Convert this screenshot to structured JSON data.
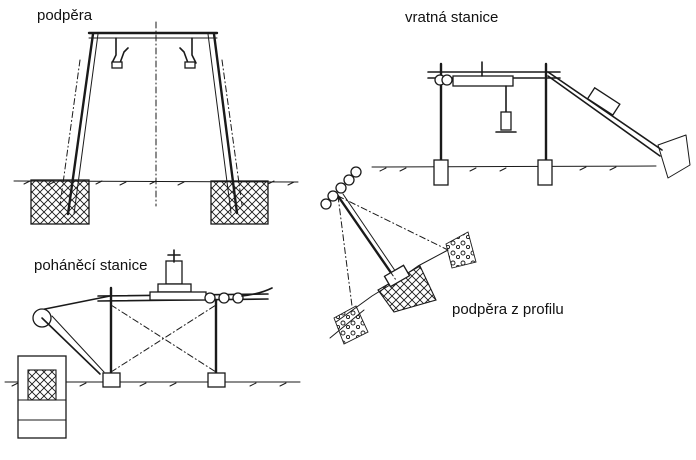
{
  "labels": {
    "support": "podpěra",
    "return_station": "vratná stanice",
    "drive_station": "poháněcí stanice",
    "profile_support": "podpěra z profilu"
  },
  "colors": {
    "ink": "#1a1a1a",
    "background": "#ffffff"
  }
}
